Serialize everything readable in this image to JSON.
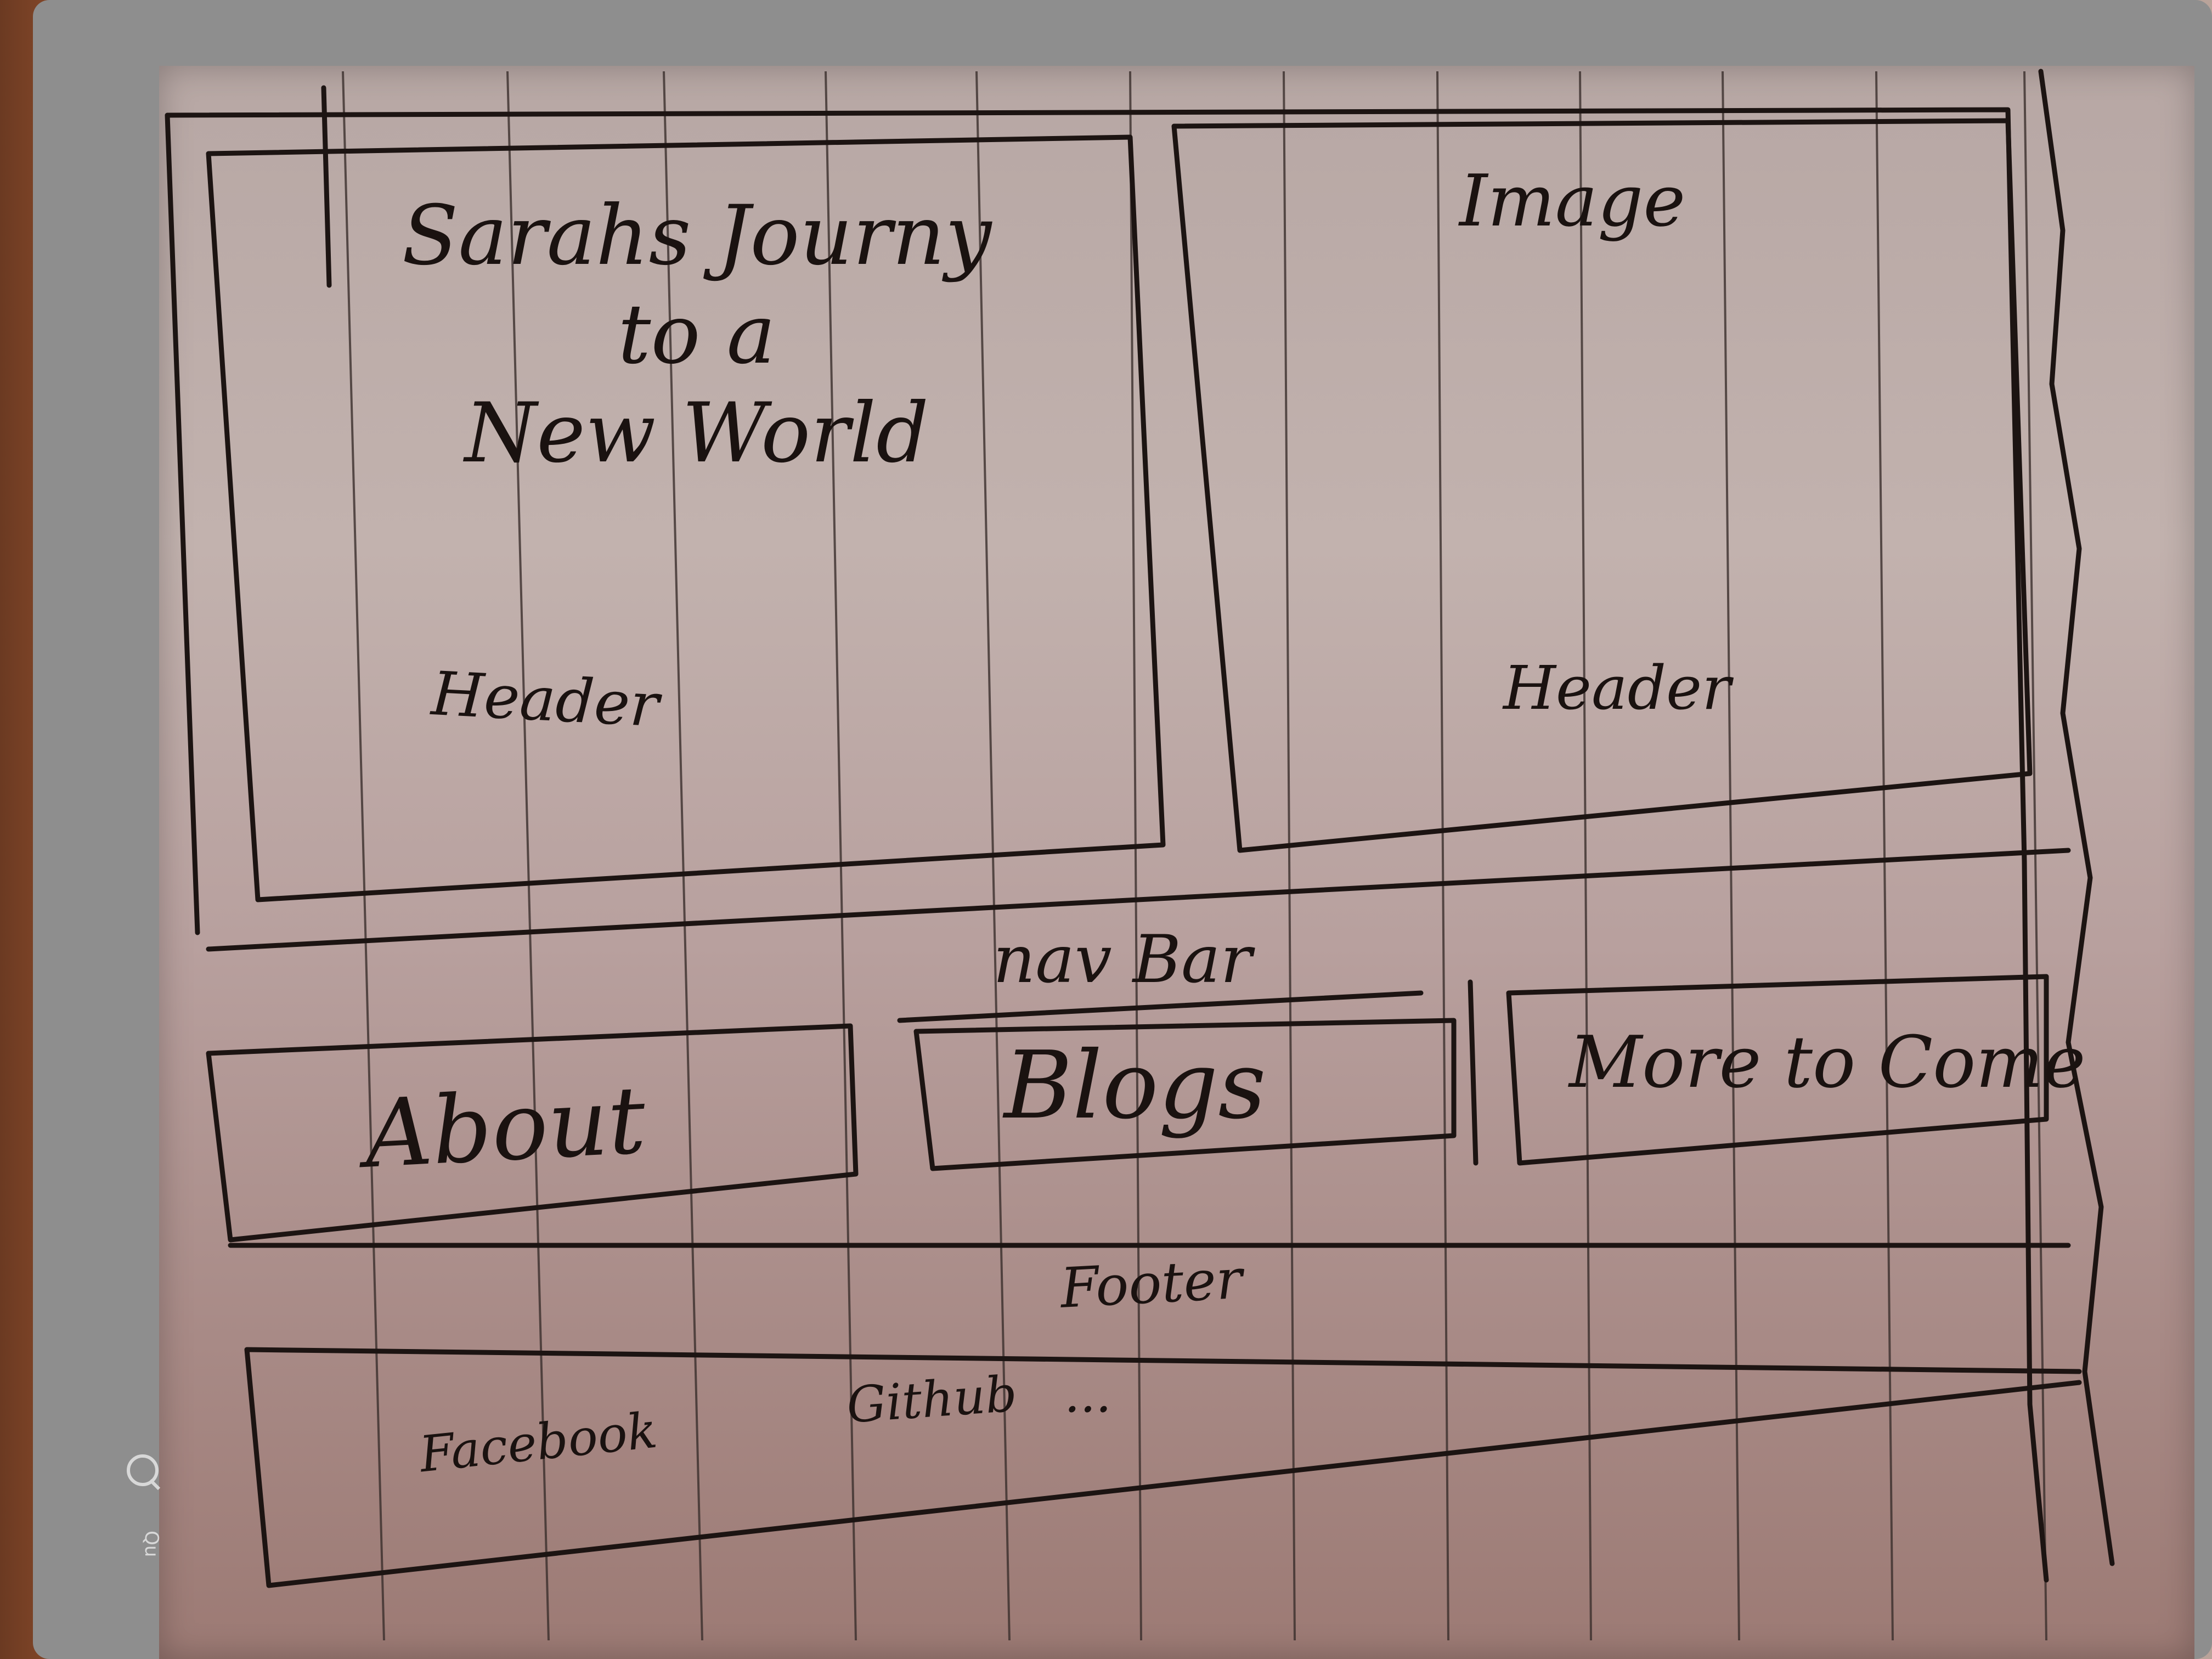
{
  "sketch": {
    "header_left": {
      "title_lines": [
        "Sarahs Journy",
        "to a",
        "New World"
      ],
      "label": "Header"
    },
    "header_right": {
      "title": "Image",
      "label": "Header"
    },
    "nav": {
      "label": "nav Bar",
      "items": [
        "About",
        "Blogs",
        "More to Come"
      ]
    },
    "footer": {
      "label": "Footer",
      "links": [
        "Facebook",
        "Github",
        "..."
      ]
    },
    "brand": "Quartet"
  }
}
